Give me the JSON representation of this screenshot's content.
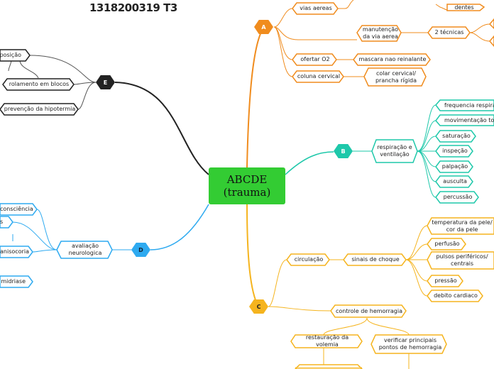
{
  "header": {
    "title": "1318200319 T3"
  },
  "central": {
    "line1": "ABCDE",
    "line2": "(trauma)"
  },
  "branches": {
    "A": {
      "label": "A",
      "vias_aereas": "vias aereas",
      "dentes": "dentes",
      "manutencao": "manutenção da via aerea",
      "tecnicas": "2 técnicas",
      "ofertar": "ofertar O2",
      "mascara": "mascara nao reinalante",
      "coluna": "coluna cervical",
      "colar": "colar cervical/ prancha rígida"
    },
    "B": {
      "label": "B",
      "respiracao": "respiração e ventilação",
      "frequencia": "frequencia respiratoria",
      "movimentacao": "movimentação toracica",
      "saturacao": "saturação",
      "inspecao": "inspeção",
      "palpacao": "palpação",
      "ausculta": "ausculta",
      "percussao": "percussão"
    },
    "C": {
      "label": "C",
      "circulacao": "circulação",
      "sinais": "sinais de choque",
      "temperatura": "temperatura da pele/ cor da pele",
      "perfusao": "perfusão",
      "pulsos": "pulsos periféricos/ centrais",
      "pressao": "pressão",
      "debito": "debito cardiaco",
      "controle": "controle de hemorragia",
      "restauracao": "restauração da volemia",
      "verificar": "verificar principais pontos de hemorragia"
    },
    "D": {
      "label": "D",
      "avaliacao": "avaliação neurologica",
      "consciencia": "consciência",
      "s": "s",
      "anisocoria": "anisocoria",
      "midriase": "midriase"
    },
    "E": {
      "label": "E",
      "exposicao": "exposição",
      "rolamento": "rolamento em blocos",
      "prevencao": "prevenção da hipotermia"
    }
  },
  "colors": {
    "central": "#33cc33",
    "A": "#f08c1e",
    "B": "#1ec8aa",
    "C": "#f5b41e",
    "D": "#2eaaf0",
    "E": "#222222"
  }
}
